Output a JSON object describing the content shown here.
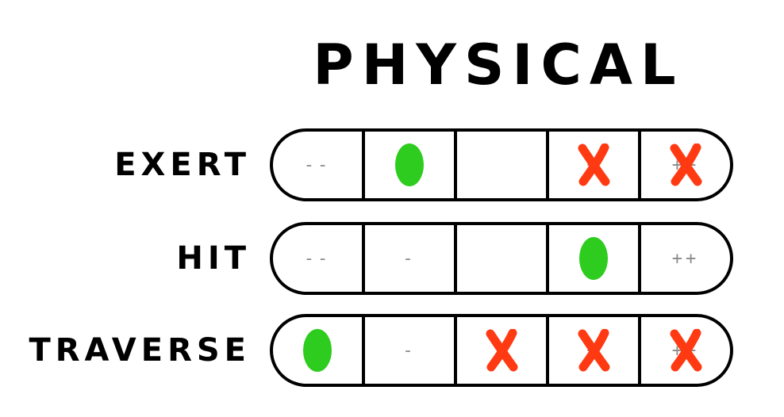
{
  "title": "PHYSICAL",
  "colors": {
    "success_mark": "#2ecc1e",
    "fail_mark": "#ff3a12",
    "border": "#000000",
    "cell_text": "#8a8a8a"
  },
  "rows": [
    {
      "label": "EXERT",
      "cells": [
        {
          "label": "--",
          "mark": "none"
        },
        {
          "label": "",
          "mark": "dot"
        },
        {
          "label": "",
          "mark": "none"
        },
        {
          "label": "+",
          "mark": "cross"
        },
        {
          "label": "++",
          "mark": "cross"
        }
      ]
    },
    {
      "label": "HIT",
      "cells": [
        {
          "label": "--",
          "mark": "none"
        },
        {
          "label": "-",
          "mark": "none"
        },
        {
          "label": "",
          "mark": "none"
        },
        {
          "label": "+",
          "mark": "dot"
        },
        {
          "label": "++",
          "mark": "none"
        }
      ]
    },
    {
      "label": "TRAVERSE",
      "cells": [
        {
          "label": "--",
          "mark": "dot"
        },
        {
          "label": "-",
          "mark": "none"
        },
        {
          "label": "",
          "mark": "cross"
        },
        {
          "label": "+",
          "mark": "cross"
        },
        {
          "label": "++",
          "mark": "cross"
        }
      ]
    }
  ]
}
